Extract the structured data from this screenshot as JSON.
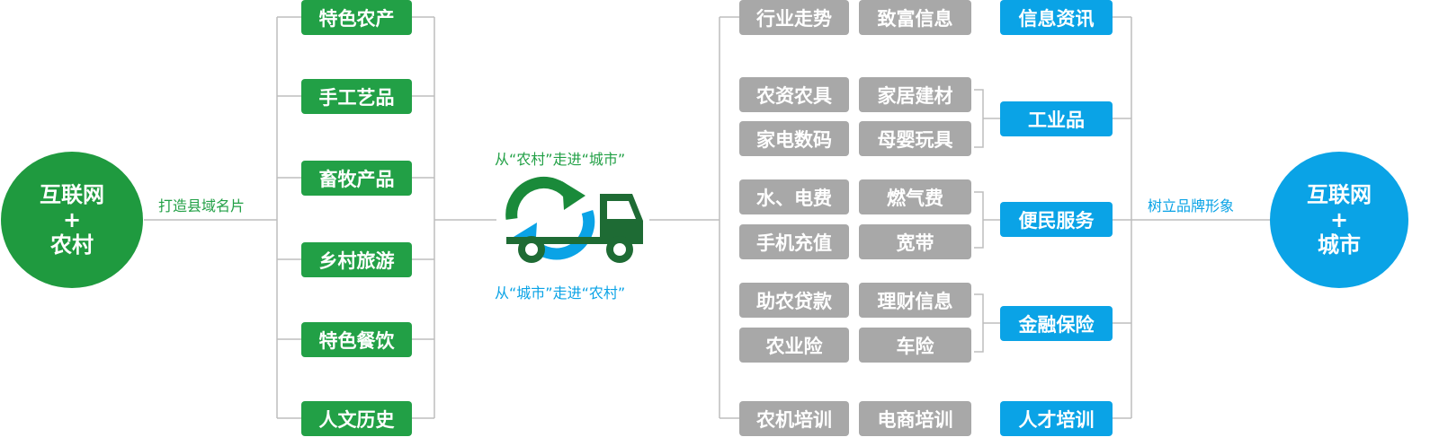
{
  "left_hub": {
    "line1": "互联网",
    "plus": "+",
    "line2": "农村",
    "color": "#1f9a3f"
  },
  "right_hub": {
    "line1": "互联网",
    "plus": "+",
    "line2": "城市",
    "color": "#0aa3e6"
  },
  "left_caption": "打造县域名片",
  "right_caption": "树立品牌形象",
  "left_items": [
    "特色农产",
    "手工艺品",
    "畜牧产品",
    "乡村旅游",
    "特色餐饮",
    "人文历史"
  ],
  "center": {
    "top_text": "从“农村”走进“城市”",
    "bottom_text": "从“城市”走进“农村”",
    "icon": "truck-recycle-icon",
    "green": "#1a8a3a",
    "blue": "#0aa3e6",
    "truck_color": "#1e6b34"
  },
  "right_groups": [
    {
      "label": "信息资讯",
      "items": [
        "行业走势",
        "致富信息"
      ]
    },
    {
      "label": "工业品",
      "items": [
        "农资农具",
        "家居建材",
        "家电数码",
        "母婴玩具"
      ]
    },
    {
      "label": "便民服务",
      "items": [
        "水、电费",
        "燃气费",
        "手机充值",
        "宽带"
      ]
    },
    {
      "label": "金融保险",
      "items": [
        "助农贷款",
        "理财信息",
        "农业险",
        "车险"
      ]
    },
    {
      "label": "人才培训",
      "items": [
        "农机培训",
        "电商培训"
      ]
    }
  ]
}
